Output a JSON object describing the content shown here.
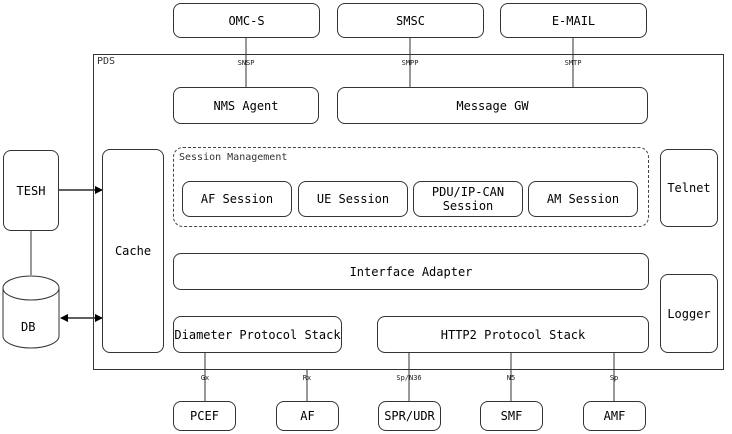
{
  "external_top": {
    "omc": "OMC-S",
    "smsc": "SMSC",
    "email": "E-MAIL"
  },
  "top_interfaces": {
    "omc": "SNSP",
    "smsc": "SMPP",
    "email": "SMTP"
  },
  "pds": {
    "label": "PDS",
    "nms_agent": "NMS Agent",
    "message_gw": "Message GW",
    "cache": "Cache",
    "session_mgmt": {
      "label": "Session Management",
      "af": "AF Session",
      "ue": "UE Session",
      "pdu": "PDU/IP-CAN Session",
      "am": "AM Session"
    },
    "telnet": "Telnet",
    "logger": "Logger",
    "interface_adapter": "Interface Adapter",
    "diameter": "Diameter Protocol Stack",
    "http2": "HTTP2 Protocol Stack"
  },
  "left": {
    "tesh": "TESH",
    "db": "DB"
  },
  "external_bottom": {
    "pcef": "PCEF",
    "af": "AF",
    "spr": "SPR/UDR",
    "smf": "SMF",
    "amf": "AMF"
  },
  "bottom_interfaces": {
    "gx": "Gx",
    "rx": "Rx",
    "sp_n36": "Sp/N36",
    "n5": "N5",
    "sp": "Sp"
  }
}
